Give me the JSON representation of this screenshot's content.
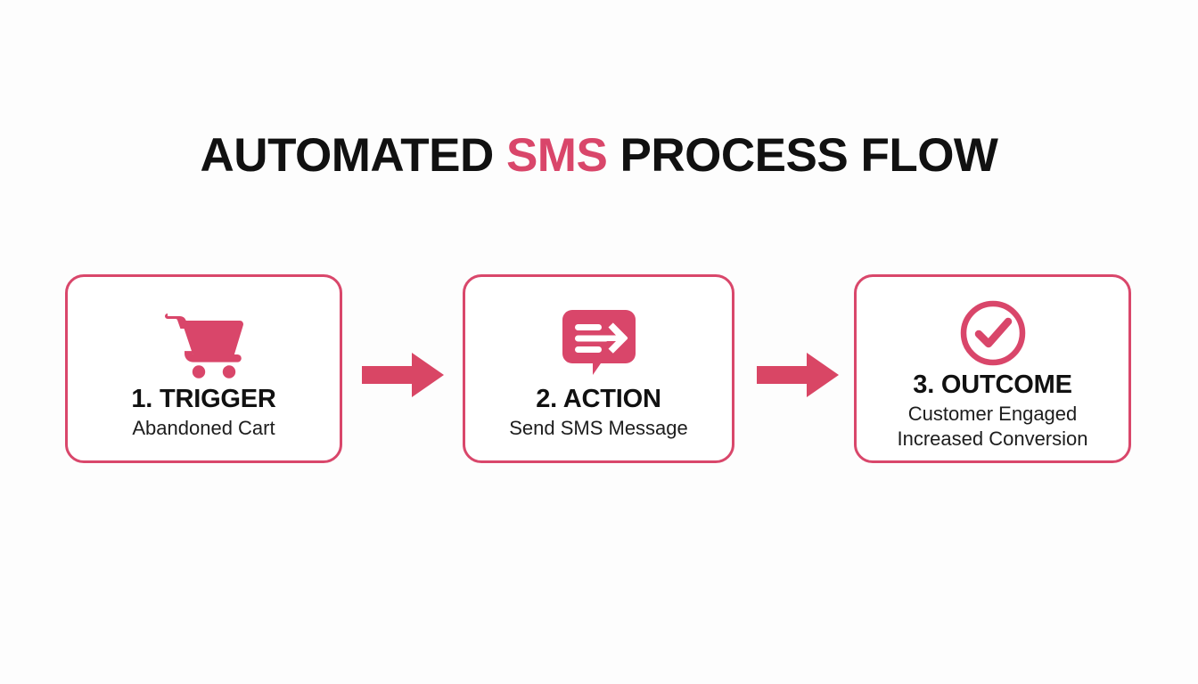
{
  "page": {
    "background_color": "#fdfdfd",
    "accent_color": "#d9466a",
    "border_color": "#d9476b",
    "text_color": "#111111"
  },
  "title": {
    "part1": "AUTOMATED ",
    "accent": "SMS",
    "part2": " PROCESS FLOW",
    "full": "AUTOMATED SMS PROCESS FLOW"
  },
  "steps": [
    {
      "icon": "shopping-cart-icon",
      "heading": "1. TRIGGER",
      "sub_lines": [
        "Abandoned Cart"
      ]
    },
    {
      "icon": "sms-message-send-icon",
      "heading": "2. ACTION",
      "sub_lines": [
        "Send SMS Message"
      ]
    },
    {
      "icon": "check-circle-icon",
      "heading": "3. OUTCOME",
      "sub_lines": [
        "Customer Engaged",
        "Increased Conversion"
      ]
    }
  ],
  "connectors": [
    {
      "name": "arrow-right-icon",
      "color": "#d94665"
    },
    {
      "name": "arrow-right-icon",
      "color": "#d94665"
    }
  ]
}
